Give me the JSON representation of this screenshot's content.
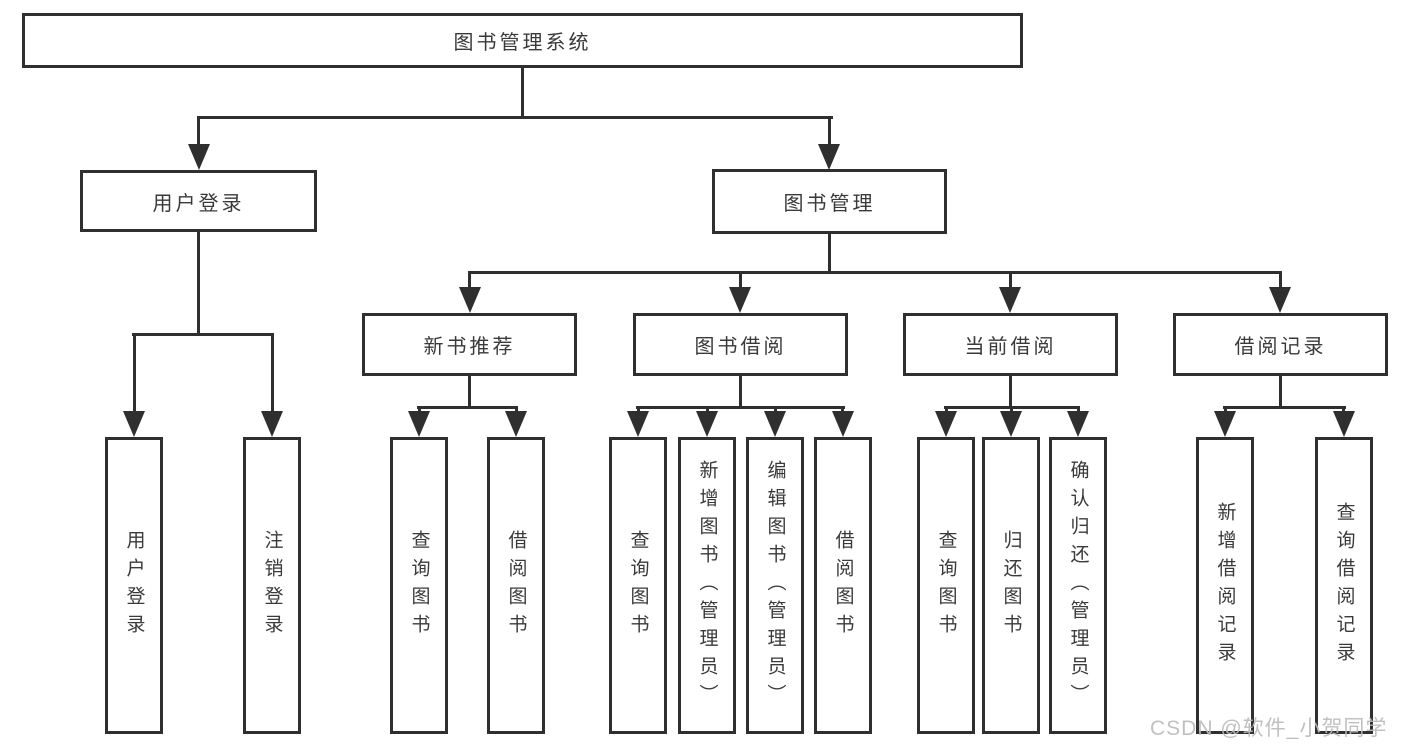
{
  "title": "图书管理系统",
  "tree": {
    "root": {
      "label": "图书管理系统"
    },
    "branches": [
      {
        "label": "用户登录",
        "leaves": [
          "用户登录",
          "注销登录"
        ]
      },
      {
        "label": "图书管理",
        "children": [
          {
            "label": "新书推荐",
            "leaves": [
              "查询图书",
              "借阅图书"
            ]
          },
          {
            "label": "图书借阅",
            "leaves": [
              "查询图书",
              "新增图书（管理员）",
              "编辑图书（管理员）",
              "借阅图书"
            ]
          },
          {
            "label": "当前借阅",
            "leaves": [
              "查询图书",
              "归还图书",
              "确认归还（管理员）"
            ]
          },
          {
            "label": "借阅记录",
            "leaves": [
              "新增借阅记录",
              "查询借阅记录"
            ]
          }
        ]
      }
    ]
  },
  "watermark": {
    "text": "CSDN @软件_小贺同学",
    "color": "#bbbbbb"
  },
  "colors": {
    "line": "#2f2f2f",
    "box_border": "#2f2f2f",
    "box_background": "#ffffff",
    "text": "#3a3a3a",
    "page_background": "#ffffff"
  }
}
